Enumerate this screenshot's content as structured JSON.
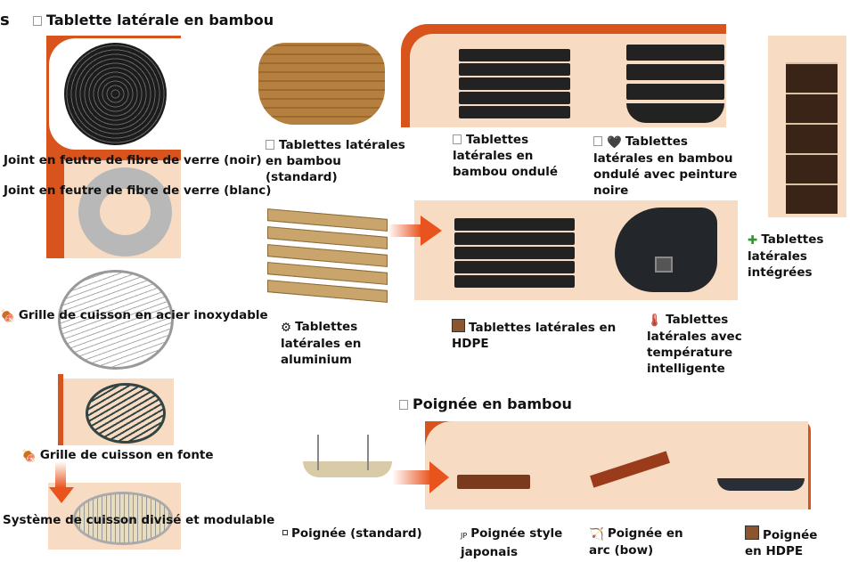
{
  "heading_fragment": "s",
  "sections": {
    "side_shelf": "Tablette latérale en bambou",
    "handle": "Poignée en bambou"
  },
  "left_items": [
    {
      "label": "Joint en feutre de fibre de verre (noir)"
    },
    {
      "label": "Joint en feutre de fibre de verre (blanc)"
    },
    {
      "label": "Grille de cuisson en acier inoxydable",
      "icon": "meat-icon"
    },
    {
      "label": "Grille de cuisson en fonte",
      "icon": "meat-icon"
    },
    {
      "label": "Système de cuisson divisé et modulable"
    }
  ],
  "shelves": [
    {
      "label": "Tablettes latérales en bambou (standard)",
      "icon": "box-icon"
    },
    {
      "label": "Tablettes latérales en bambou ondulé",
      "icon": "box-icon"
    },
    {
      "label": "Tablettes latérales en bambou ondulé avec peinture noire",
      "icon": "black-heart-icon"
    },
    {
      "label": "Tablettes latérales intégrées",
      "icon": "puzzle-icon"
    },
    {
      "label": "Tablettes latérales en aluminium",
      "icon": "gear-icon"
    },
    {
      "label": "Tablettes latérales en HDPE",
      "icon": "brown-square-icon"
    },
    {
      "label": "Tablettes latérales avec température intelligente",
      "icon": "thermometer-icon"
    }
  ],
  "handles": [
    {
      "label": "Poignée (standard)",
      "icon": "small-square-icon"
    },
    {
      "label": "Poignée style japonais",
      "icon_text": "JP"
    },
    {
      "label": "Poignée en arc (bow)",
      "icon": "bow-arrow-icon"
    },
    {
      "label": "Poignée en HDPE",
      "icon": "brown-square-icon"
    }
  ],
  "colors": {
    "orange": "#d9541c",
    "peach": "#f7dcc3",
    "hdpe_brown": "#8b5530"
  }
}
